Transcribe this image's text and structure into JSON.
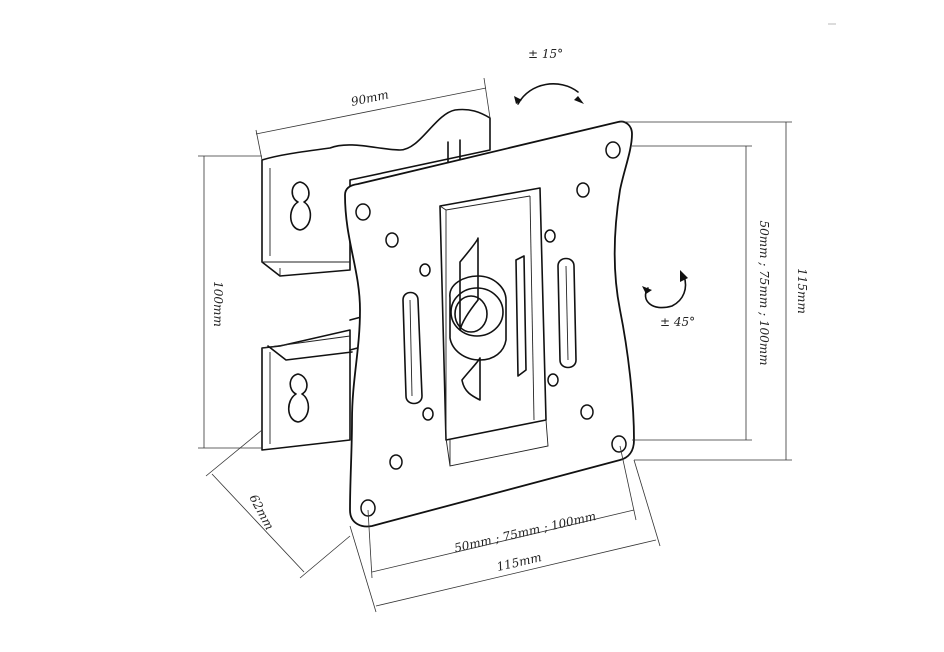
{
  "labels": {
    "bracket_width": "90mm",
    "bracket_height": "100mm",
    "arm_length": "62mm",
    "tilt": "± 15°",
    "swivel": "± 45°",
    "vesa_vertical": "50mm ; 75mm ; 100mm",
    "plate_height": "115mm",
    "vesa_horizontal": "50mm ; 75mm ; 100mm",
    "plate_width": "115mm"
  },
  "colors": {
    "line": "#111111",
    "background": "#ffffff"
  }
}
